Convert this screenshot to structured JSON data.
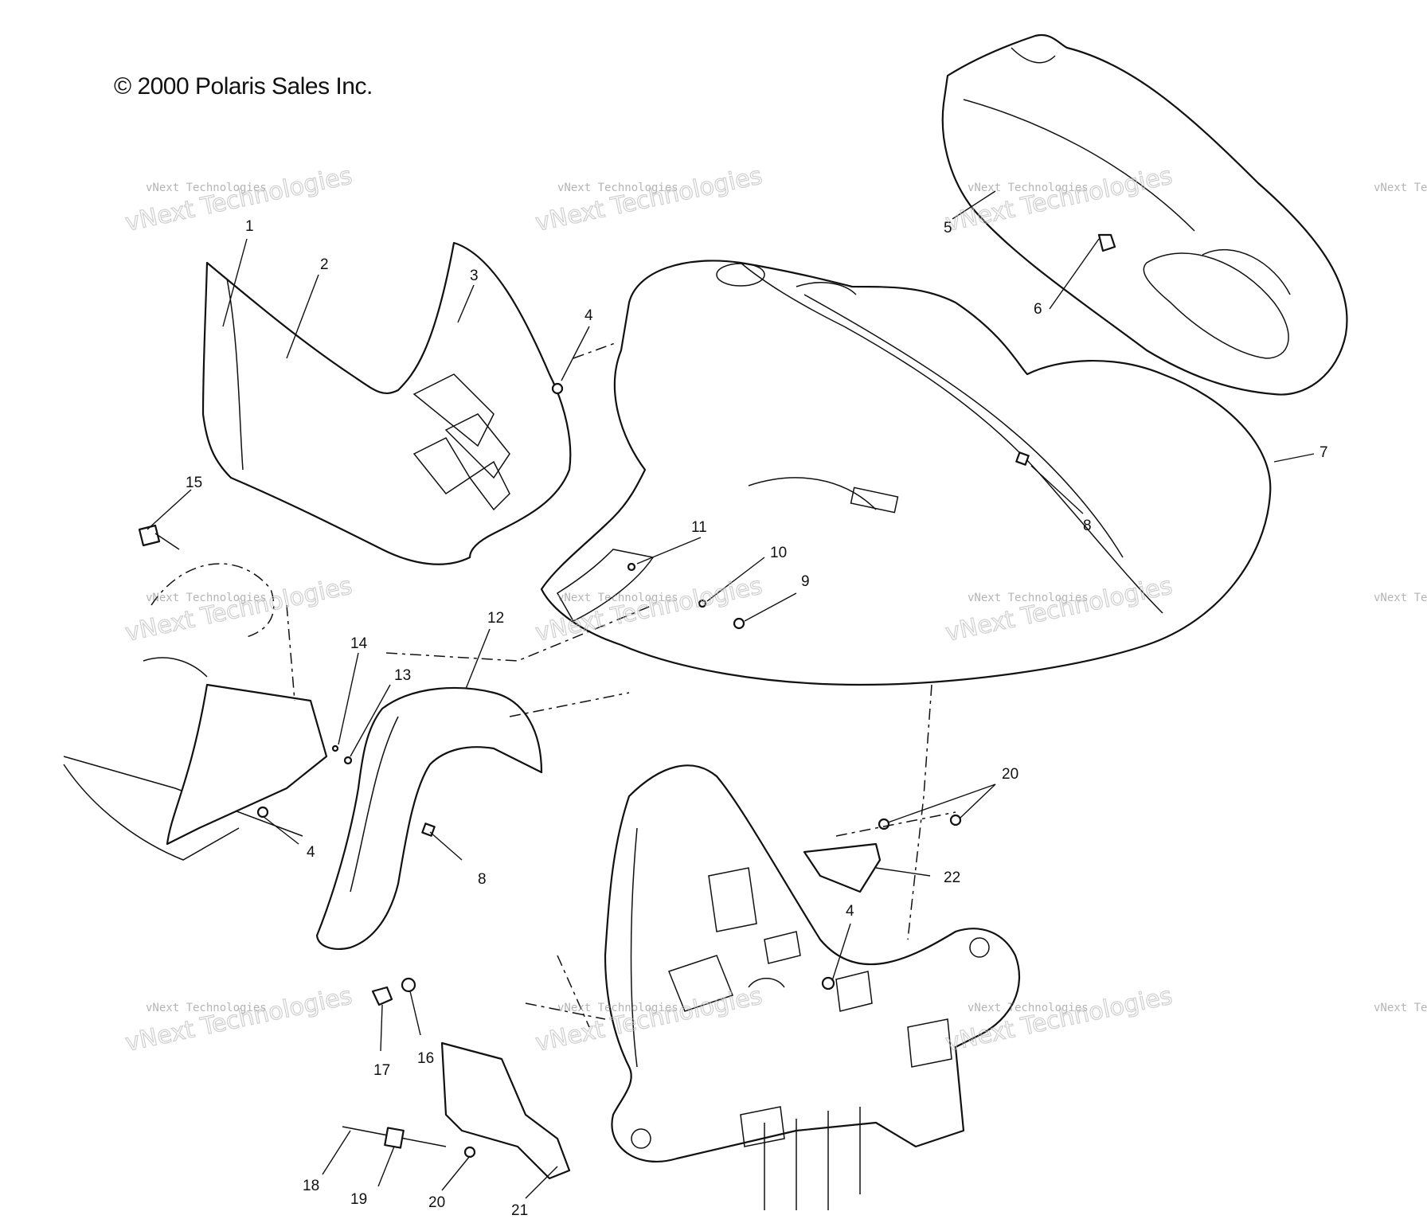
{
  "copyright": "© 2000 Polaris Sales Inc.",
  "watermark": {
    "small": "vNext Technologies",
    "big": "vNext Technologies"
  },
  "callouts": [
    "1",
    "2",
    "3",
    "4",
    "5",
    "6",
    "7",
    "8",
    "9",
    "10",
    "11",
    "12",
    "13",
    "14",
    "15",
    "4",
    "8",
    "16",
    "17",
    "18",
    "19",
    "20",
    "20",
    "21",
    "22",
    "4"
  ]
}
